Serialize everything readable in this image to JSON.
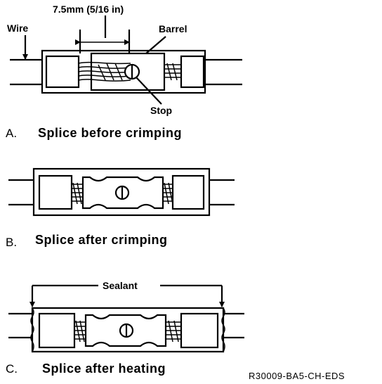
{
  "panel_a": {
    "dimension": "7.5mm (5/16 in)",
    "wire_label": "Wire",
    "barrel_label": "Barrel",
    "stop_label": "Stop",
    "letter": "A.",
    "caption": "Splice before crimping"
  },
  "panel_b": {
    "letter": "B.",
    "caption": "Splice after crimping"
  },
  "panel_c": {
    "sealant_label": "Sealant",
    "letter": "C.",
    "caption": "Splice after heating"
  },
  "reference": "R30009-BA5-CH-EDS"
}
